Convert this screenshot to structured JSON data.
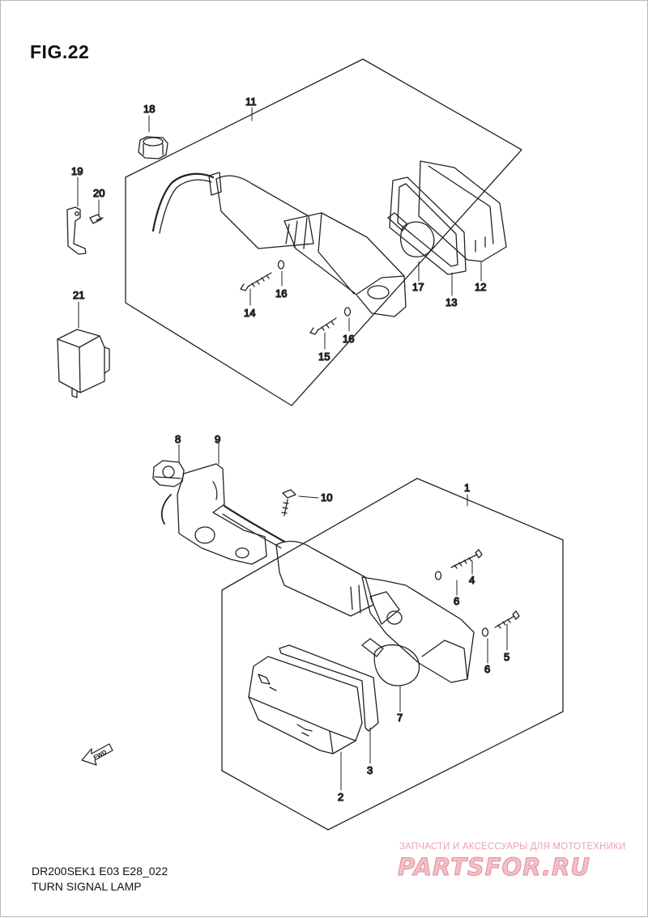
{
  "figure": {
    "title": "FIG.22",
    "model_code": "DR200SEK1 E03 E28_022",
    "name": "TURN SIGNAL LAMP"
  },
  "callouts": {
    "c1": "1",
    "c2": "2",
    "c3": "3",
    "c4": "4",
    "c5": "5",
    "c6a": "6",
    "c6b": "6",
    "c7": "7",
    "c8": "8",
    "c9": "9",
    "c10": "10",
    "c11": "11",
    "c12": "12",
    "c13": "13",
    "c14": "14",
    "c15": "15",
    "c16a": "16",
    "c16b": "16",
    "c17": "17",
    "c18": "18",
    "c19": "19",
    "c20": "20",
    "c21": "21"
  },
  "direction_arrow": {
    "label": "FWD",
    "icon": "fwd-arrow-icon"
  },
  "watermark": {
    "tagline": "ЗАПЧАСТИ И АКСЕССУАРЫ ДЛЯ МОТОТЕХНИКИ",
    "logo": "PARTSFOR.RU"
  },
  "colors": {
    "line": "#222222",
    "watermark": "#e48b98"
  }
}
